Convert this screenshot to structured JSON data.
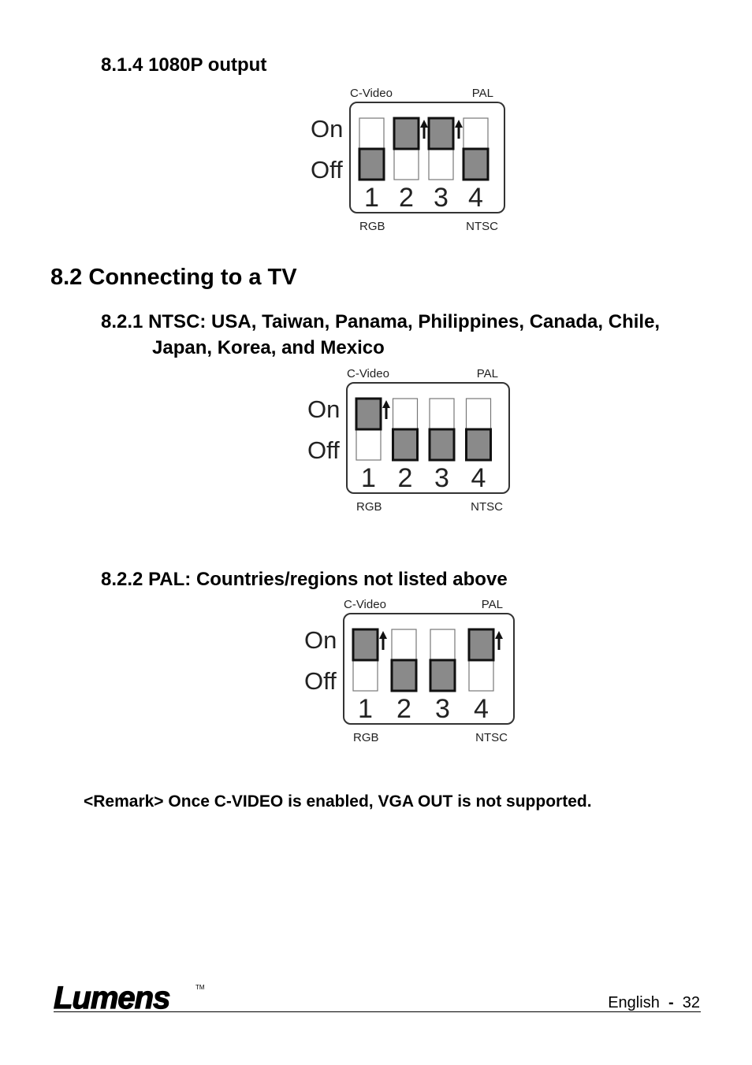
{
  "sections": {
    "s814": {
      "number": "8.1.4",
      "title": "1080P output"
    },
    "s82": {
      "title": "8.2 Connecting to a TV"
    },
    "s821": {
      "number": "8.2.1",
      "title_line1": "NTSC: USA, Taiwan, Panama, Philippines, Canada, Chile,",
      "title_line2": "Japan, Korea, and Mexico"
    },
    "s822": {
      "number": "8.2.2",
      "title": "PAL: Countries/regions not listed above"
    }
  },
  "dip_labels": {
    "top_left": "C-Video",
    "top_right": "PAL",
    "bottom_left": "RGB",
    "bottom_right": "NTSC",
    "on": "On",
    "off": "Off",
    "numbers": [
      "1",
      "2",
      "3",
      "4"
    ]
  },
  "dip_switches": [
    {
      "switches": [
        "off",
        "on",
        "on",
        "off"
      ]
    },
    {
      "switches": [
        "on",
        "off",
        "off",
        "off"
      ]
    },
    {
      "switches": [
        "on",
        "off",
        "off",
        "on"
      ]
    }
  ],
  "remark": "<Remark> Once C-VIDEO is enabled, VGA OUT is not supported.",
  "footer": {
    "brand": "Lumens",
    "trademark": "TM",
    "language": "English",
    "separator": "-",
    "page": "32"
  }
}
